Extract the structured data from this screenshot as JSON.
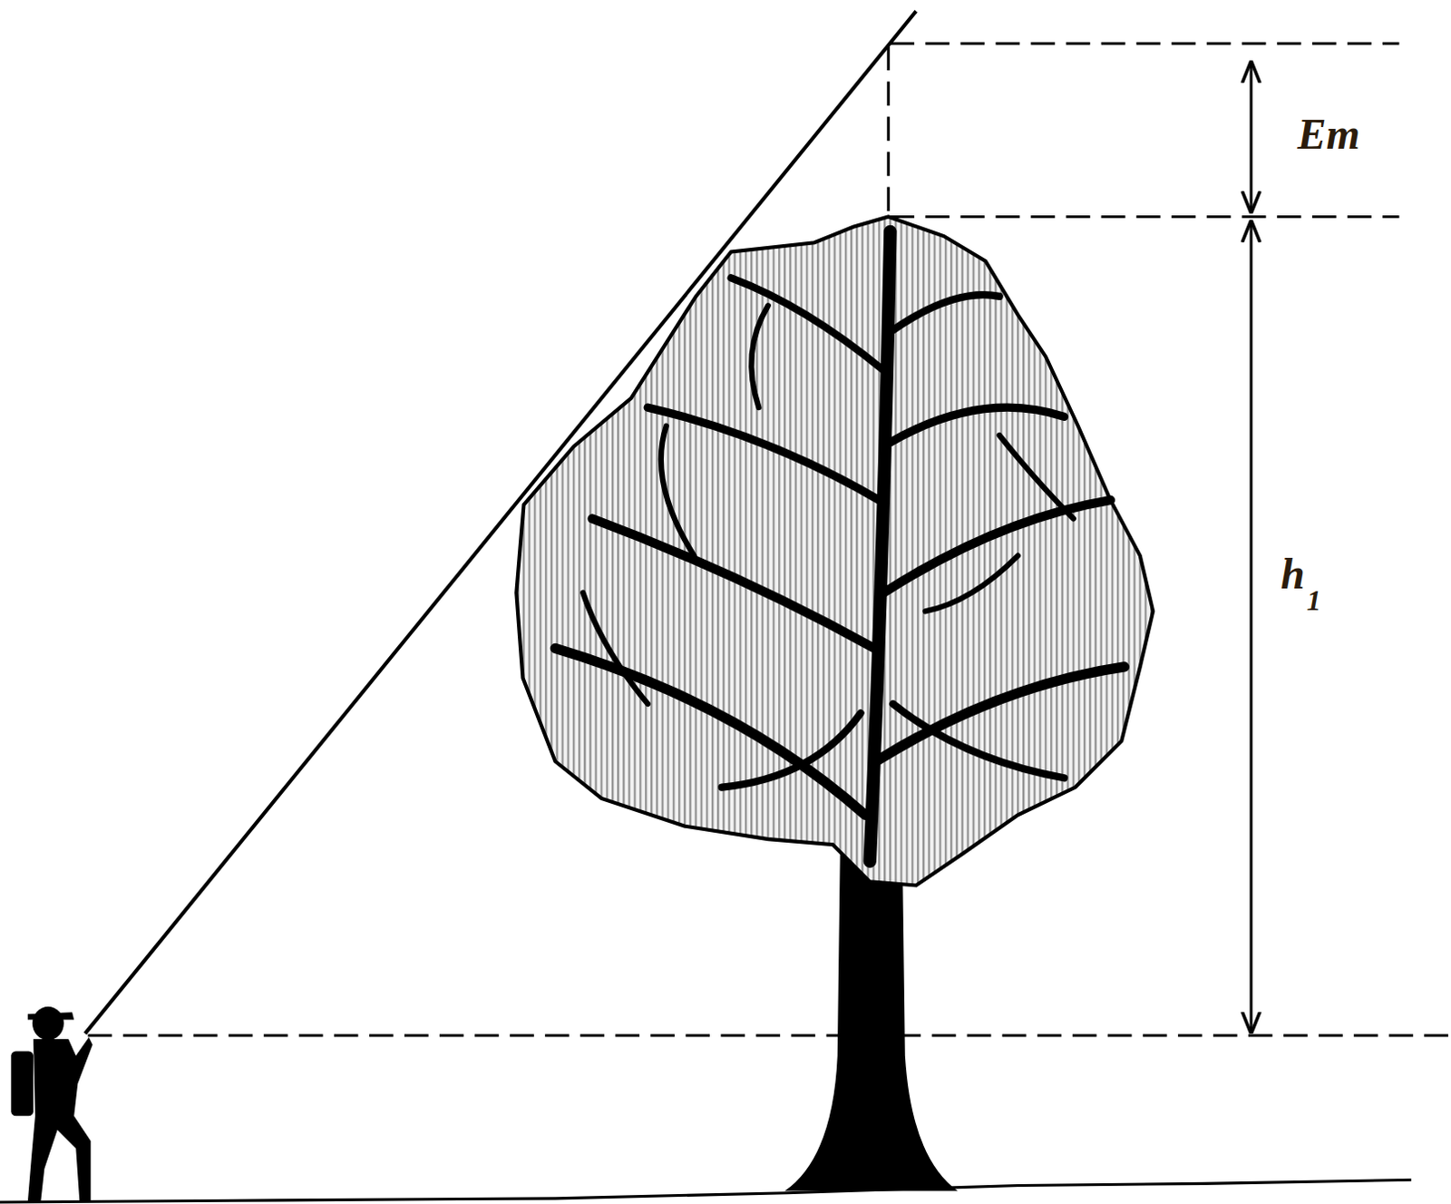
{
  "diagram": {
    "labels": [
      "Em",
      "h",
      "1"
    ]
  }
}
